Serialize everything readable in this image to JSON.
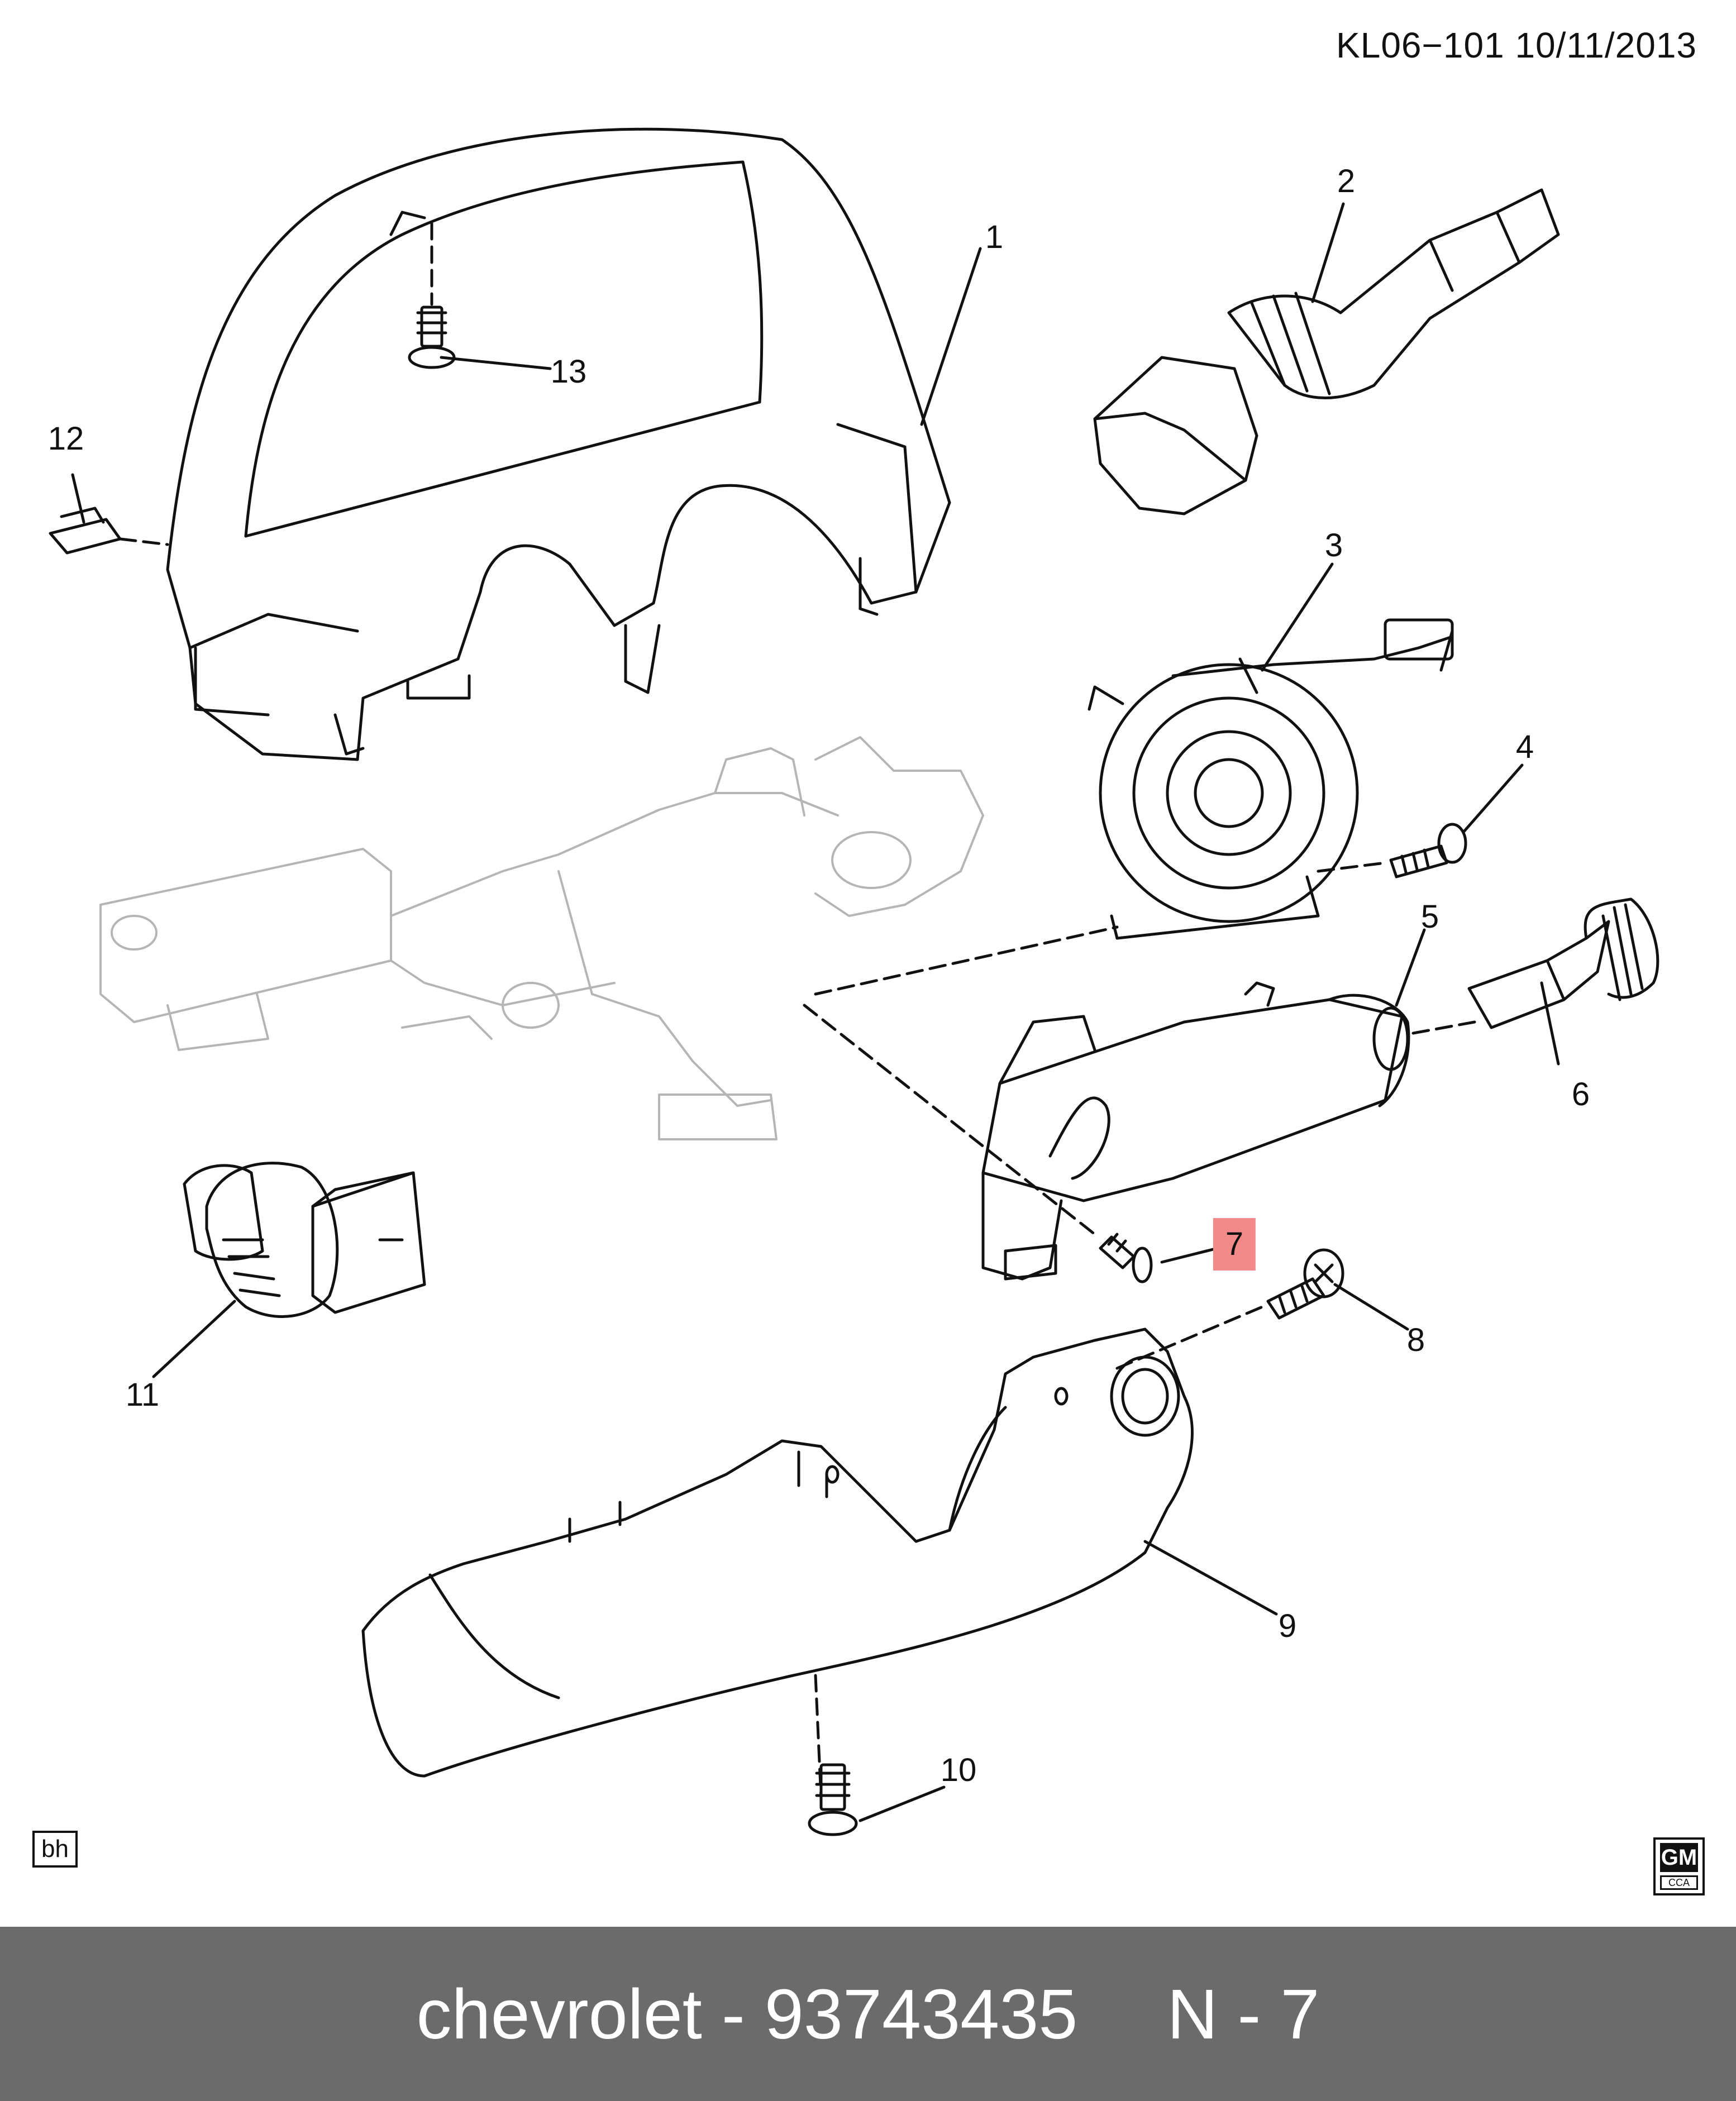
{
  "header": {
    "doc_id": "KL06−101  10/11/2013"
  },
  "callouts": [
    {
      "label": "1"
    },
    {
      "label": "2"
    },
    {
      "label": "3"
    },
    {
      "label": "4"
    },
    {
      "label": "5"
    },
    {
      "label": "6"
    },
    {
      "label": "7"
    },
    {
      "label": "8"
    },
    {
      "label": "9"
    },
    {
      "label": "10"
    },
    {
      "label": "11"
    },
    {
      "label": "12"
    },
    {
      "label": "13"
    }
  ],
  "highlight_color": "#f28a8a",
  "corner_tag": "bh",
  "logo": {
    "text": "GM",
    "subtext": "CCA"
  },
  "footer": {
    "part": "chevrolet - 93743435",
    "ref": "N - 7",
    "background": "#6b6b6b"
  }
}
